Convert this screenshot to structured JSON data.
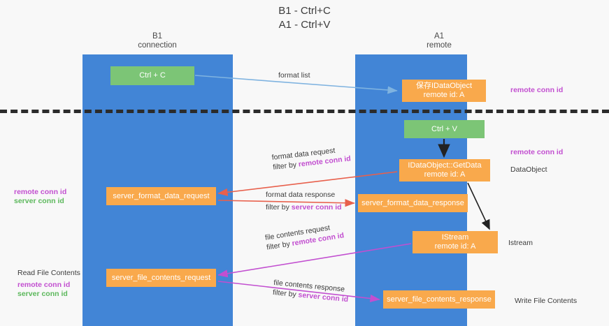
{
  "title": {
    "line1": "B1 - Ctrl+C",
    "line2": "A1 - Ctrl+V"
  },
  "lanes": [
    {
      "id": "b1",
      "head_line1": "B1",
      "head_line2": "connection",
      "color": "#4285d6"
    },
    {
      "id": "a1",
      "head_line1": "A1",
      "head_line2": "remote",
      "color": "#4285d6"
    }
  ],
  "colors": {
    "lane": "#4285d6",
    "node_orange": "#f9a94c",
    "node_green": "#7cc576",
    "highlight_purple": "#c24fd0",
    "highlight_green": "#5cb85c",
    "arrow_blue": "#7fb3e0",
    "arrow_red": "#e8604c",
    "arrow_magenta": "#c24fd0",
    "arrow_black": "#222222",
    "divider": "#2b2b2b",
    "background": "#f8f8f8"
  },
  "nodes": {
    "ctrl_c": {
      "label": "Ctrl + C",
      "sub": ""
    },
    "save_dataobject": {
      "label": "保存IDataObject",
      "sub": "remote id: A"
    },
    "ctrl_v": {
      "label": "Ctrl + V",
      "sub": ""
    },
    "getdata": {
      "label": "IDataObject::GetData",
      "sub": "remote id: A"
    },
    "server_format_data_request": {
      "label": "server_format_data_request",
      "sub": ""
    },
    "server_format_data_response": {
      "label": "server_format_data_response",
      "sub": ""
    },
    "istream": {
      "label": "IStream",
      "sub": "remote id: A"
    },
    "server_file_contents_request": {
      "label": "server_file_contents_request",
      "sub": ""
    },
    "server_file_contents_response": {
      "label": "server_file_contents_response",
      "sub": ""
    }
  },
  "edge_labels": {
    "format_list": {
      "line1": "format list",
      "line2_prefix": "",
      "line2_highlight": "",
      "highlight_color": ""
    },
    "format_data_request": {
      "line1": "format data request",
      "line2_prefix": "filter by ",
      "line2_highlight": "remote conn id",
      "highlight_color": "purple"
    },
    "format_data_response": {
      "line1": "format data response",
      "line2_prefix": "filter by ",
      "line2_highlight": "server conn id",
      "highlight_color": "purple"
    },
    "file_contents_request": {
      "line1": "file contents request",
      "line2_prefix": "filter by ",
      "line2_highlight": "remote conn id",
      "highlight_color": "purple"
    },
    "file_contents_response": {
      "line1": "file contents response",
      "line2_prefix": "filter by ",
      "line2_highlight": "server conn id",
      "highlight_color": "purple"
    }
  },
  "side_notes": {
    "right_remote_conn_id_top": "remote conn id",
    "right_remote_conn_id_mid": "remote conn id",
    "right_dataobject": "DataObject",
    "right_istream": "Istream",
    "right_write_file_contents": "Write File Contents",
    "left_remote_conn_id": "remote conn id",
    "left_server_conn_id": "server conn id",
    "left_read_file_contents": "Read File Contents",
    "left2_remote_conn_id": "remote conn id",
    "left2_server_conn_id": "server conn id"
  }
}
